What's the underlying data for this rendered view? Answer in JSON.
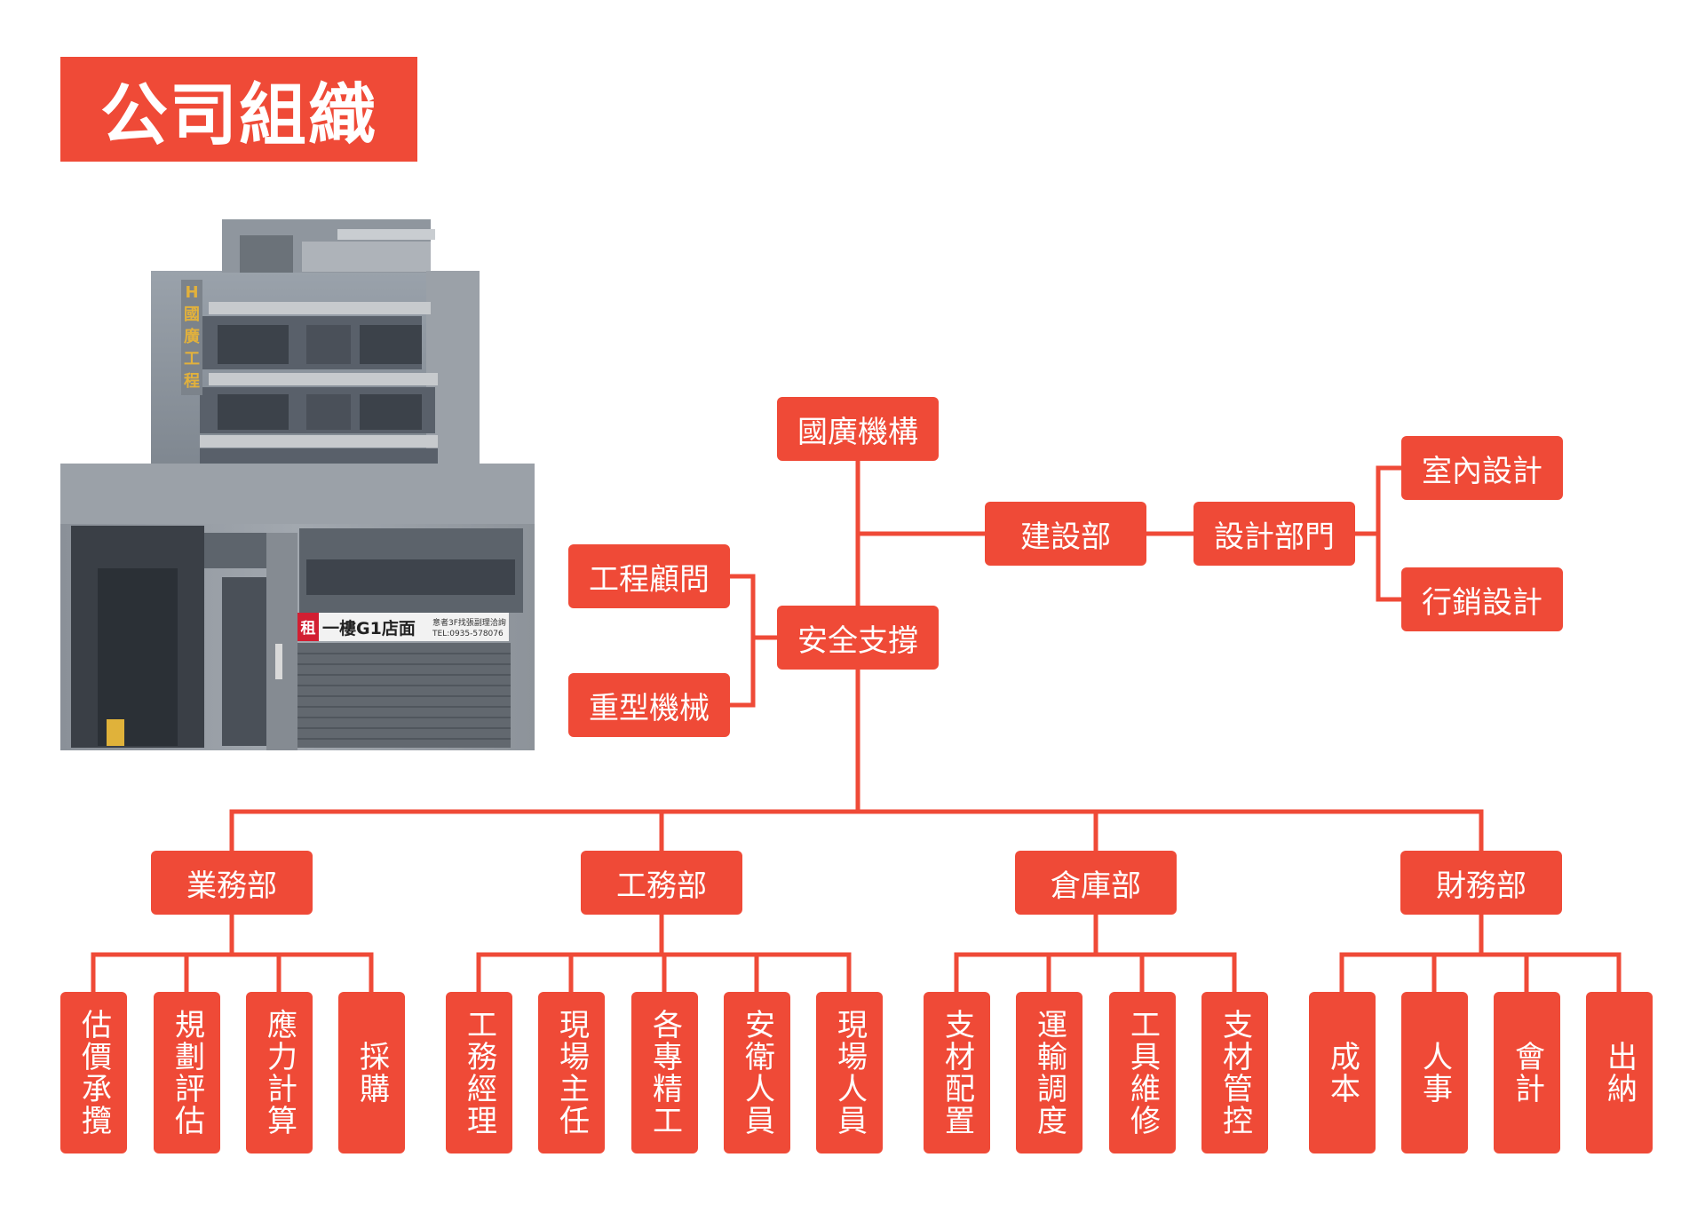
{
  "title": "公司組織",
  "colors": {
    "accent": "#ef4a37",
    "line": "#ef4a37"
  },
  "photo": {
    "building_sign": [
      "H",
      "國",
      "廣",
      "工",
      "程"
    ],
    "rent_banner": {
      "tag": "租",
      "headline": "一樓G1店面",
      "contact_line1": "意者3F找張副理洽詢",
      "contact_line2": "TEL:0935-578076"
    }
  },
  "org": {
    "root": "國廣機構",
    "safety": "安全支撐",
    "advisors": [
      "工程顧問",
      "重型機械"
    ],
    "construction": "建設部",
    "design": "設計部門",
    "design_units": [
      "室內設計",
      "行銷設計"
    ],
    "departments": [
      {
        "name": "業務部",
        "units": [
          "估價承攬",
          "規劃評估",
          "應力計算",
          "採購"
        ]
      },
      {
        "name": "工務部",
        "units": [
          "工務經理",
          "現場主任",
          "各專精工",
          "安衛人員",
          "現場人員"
        ]
      },
      {
        "name": "倉庫部",
        "units": [
          "支材配置",
          "運輸調度",
          "工具維修",
          "支材管控"
        ]
      },
      {
        "name": "財務部",
        "units": [
          "成本",
          "人事",
          "會計",
          "出納"
        ]
      }
    ]
  }
}
